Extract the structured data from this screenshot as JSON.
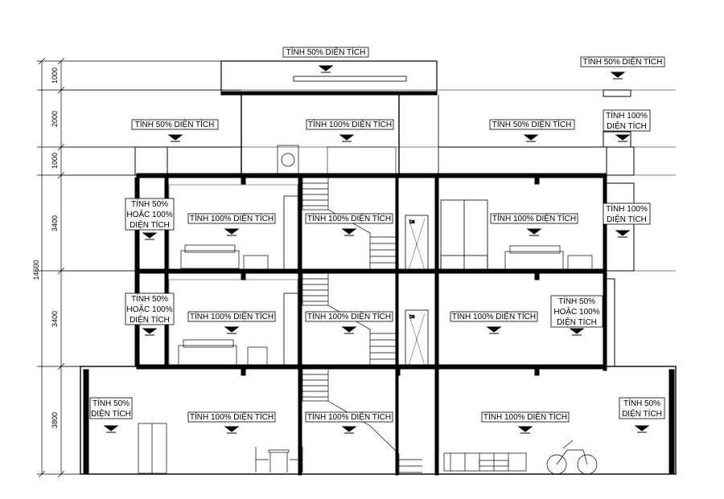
{
  "dimensions": {
    "total": "14600",
    "levels": [
      "1000",
      "2000",
      "1000",
      "3400",
      "3400",
      "3800"
    ]
  },
  "labels": {
    "roof_top_50": "TÍNH 50% DIỆN TÍCH",
    "roof_right_50": "TÍNH 50% DIỆN TÍCH",
    "terrace_left_50": "TÍNH 50% DIỆN TÍCH",
    "terrace_mid_100": "TÍNH 100% DIỆN TÍCH",
    "terrace_right_50": "TÍNH 50% DIỆN TÍCH",
    "terrace_corner_100_l1": "TÍNH 100%",
    "terrace_corner_100_l2": "DIỆN TÍCH",
    "f2_left_l1": "TÍNH 50%",
    "f2_left_l2": "HOẶC 100%",
    "f2_left_l3": "DIỆN TÍCH",
    "f2_room1": "TÍNH 100% DIỆN TÍCH",
    "f2_stair": "TÍNH 100% DIỆN TÍCH",
    "f2_room2": "TÍNH 100% DIỆN TÍCH",
    "f2_right_l1": "TÍNH 100%",
    "f2_right_l2": "DIỆN TÍCH",
    "f1_left_l1": "TÍNH 50%",
    "f1_left_l2": "HOẶC 100%",
    "f1_left_l3": "DIỆN TÍCH",
    "f1_room1": "TÍNH 100% DIỆN TÍCH",
    "f1_stair": "TÍNH 100% DIỆN TÍCH",
    "f1_room2": "TÍNH 100% DIỆN TÍCH",
    "f1_right_l1": "TÍNH 50%",
    "f1_right_l2": "HOẶC 100%",
    "f1_right_l3": "DIỆN TÍCH",
    "g_left_l1": "TÍNH 50%",
    "g_left_l2": "DIỆN TÍCH",
    "g_room1": "TÍNH 100% DIỆN TÍCH",
    "g_stair": "TÍNH 100% DIỆN TÍCH",
    "g_room2": "TÍNH 100% DIỆN TÍCH",
    "g_right_l1": "TÍNH 50%",
    "g_right_l2": "DIỆN TÍCH"
  },
  "door_tag": "D6"
}
